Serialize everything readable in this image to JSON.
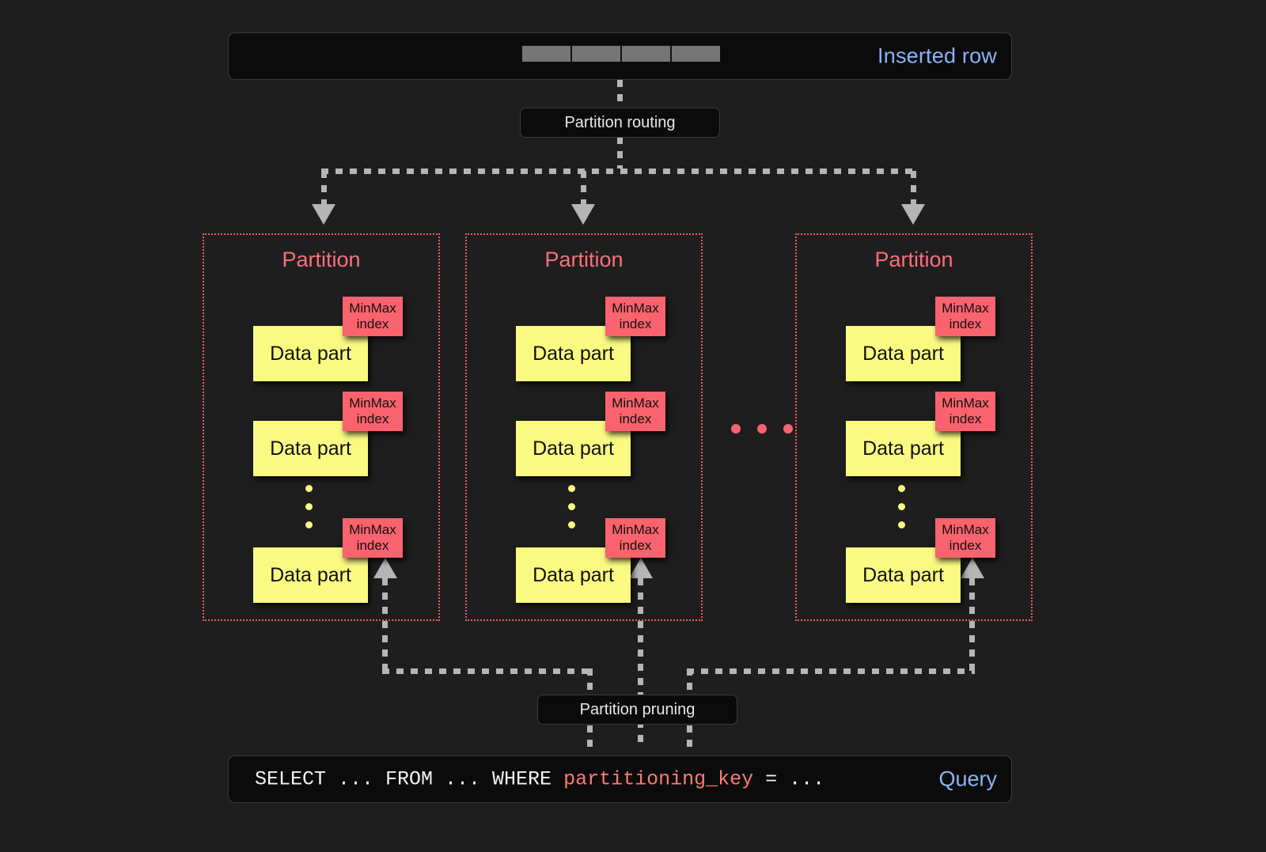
{
  "page": {
    "background": "#1e1e1e",
    "title": "Partitioning and partition pruning diagram"
  },
  "inserted_row": {
    "label": "Inserted row",
    "label_color": "#8ab4f8",
    "cells": [
      "",
      "",
      "",
      ""
    ],
    "cell_color": "#757575"
  },
  "routing": {
    "label": "Partition routing"
  },
  "partitions": [
    {
      "title": "Partition",
      "parts": [
        {
          "data_part": "Data part",
          "index_line1": "MinMax",
          "index_line2": "index"
        },
        {
          "data_part": "Data part",
          "index_line1": "MinMax",
          "index_line2": "index"
        },
        {
          "data_part": "Data part",
          "index_line1": "MinMax",
          "index_line2": "index"
        }
      ],
      "ellipsis": "⋮"
    },
    {
      "title": "Partition",
      "parts": [
        {
          "data_part": "Data part",
          "index_line1": "MinMax",
          "index_line2": "index"
        },
        {
          "data_part": "Data part",
          "index_line1": "MinMax",
          "index_line2": "index"
        },
        {
          "data_part": "Data part",
          "index_line1": "MinMax",
          "index_line2": "index"
        }
      ],
      "ellipsis": "⋮"
    },
    {
      "title": "Partition",
      "parts": [
        {
          "data_part": "Data part",
          "index_line1": "MinMax",
          "index_line2": "index"
        },
        {
          "data_part": "Data part",
          "index_line1": "MinMax",
          "index_line2": "index"
        },
        {
          "data_part": "Data part",
          "index_line1": "MinMax",
          "index_line2": "index"
        }
      ],
      "ellipsis": "⋮"
    }
  ],
  "between_partitions_ellipsis": "…",
  "pruning": {
    "label": "Partition pruning"
  },
  "query": {
    "prefix": "SELECT ... FROM ... WHERE ",
    "keyword": "partitioning_key",
    "suffix": " = ...",
    "label": "Query",
    "label_color": "#8ab4f8",
    "keyword_color": "#ff7b72"
  },
  "colors": {
    "partition_border": "#f05a63",
    "partition_title": "#f8707a",
    "data_part": "#fafa83",
    "minmax_index": "#f8636e",
    "connector": "#b5b5b5",
    "panel_bg": "#0b0b0b",
    "panel_border": "#3a3a3a"
  }
}
